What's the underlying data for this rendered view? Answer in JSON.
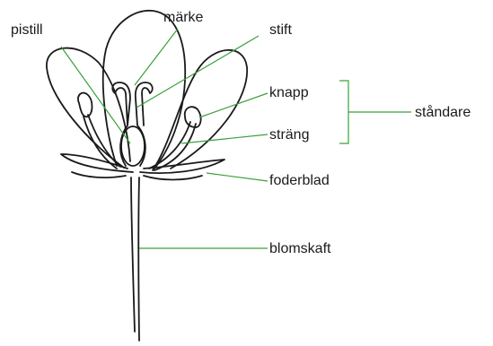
{
  "labels": {
    "pistill": "pistill",
    "marke": "märke",
    "stift": "stift",
    "knapp": "knapp",
    "strang": "sträng",
    "standare": "ståndare",
    "foderblad": "foderblad",
    "blomskaft": "blomskaft"
  },
  "colors": {
    "outline": "#1a1a1a",
    "leader": "#3aa03a",
    "background": "#ffffff"
  }
}
